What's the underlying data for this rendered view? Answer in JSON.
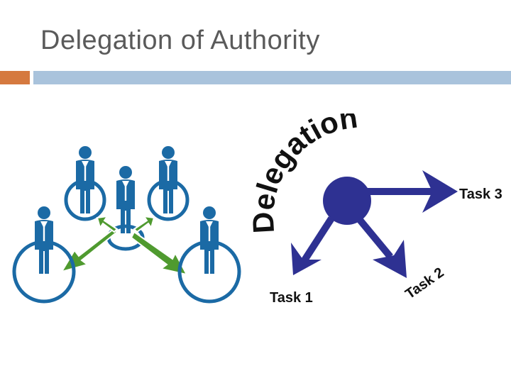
{
  "slide": {
    "title": "Delegation of Authority"
  },
  "diagram": {
    "delegation_word": "Delegation",
    "tasks": [
      "Task 1",
      "Task 2",
      "Task 3"
    ]
  },
  "colors": {
    "title_text": "#5a5a5a",
    "accent_orange": "#d5793f",
    "accent_blue": "#a9c3dc",
    "person_blue": "#1b6aa5",
    "arrow_green": "#4f9a2f",
    "delegation_navy": "#2e3192"
  },
  "icons": {
    "people": "people-delegating-icon",
    "arrows": "green-arrows-icon",
    "hub": "delegation-hub-icon"
  }
}
